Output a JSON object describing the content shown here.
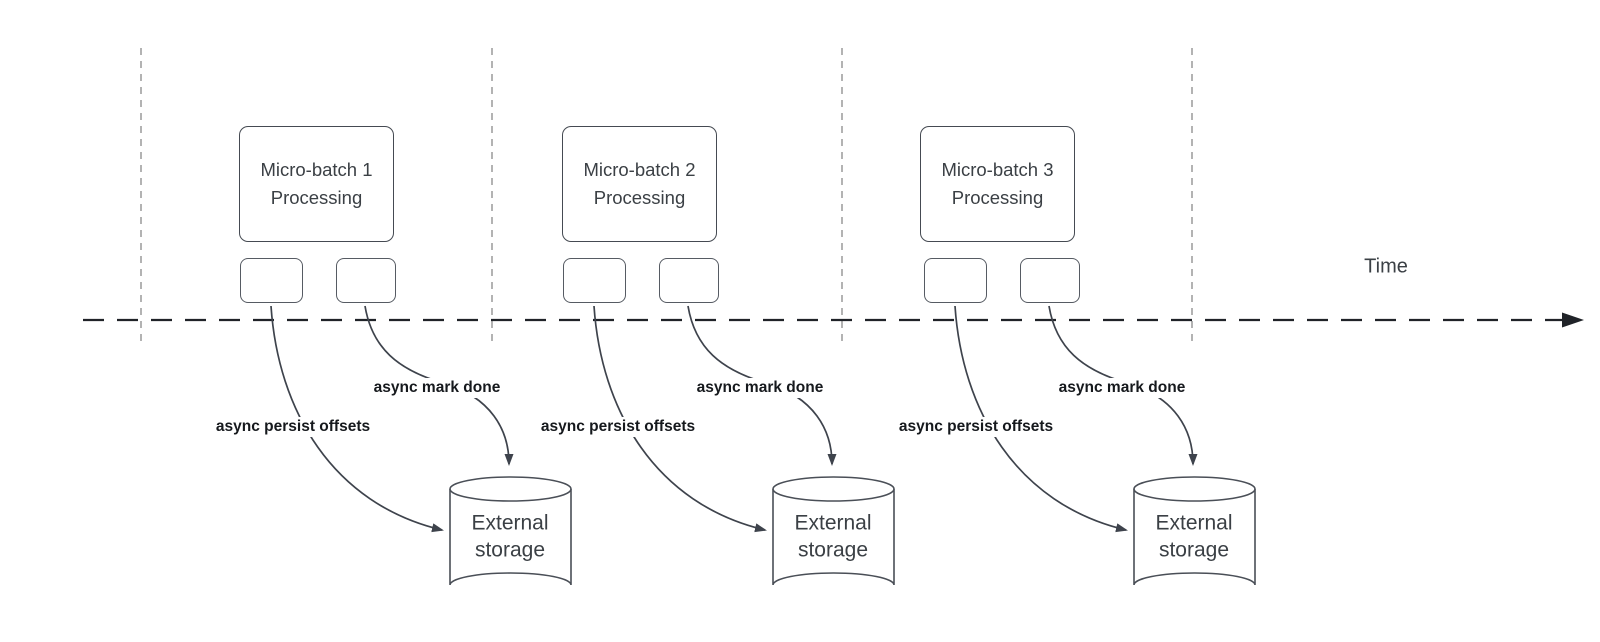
{
  "diagram": {
    "time_axis_label": "Time",
    "groups": [
      {
        "box_title": "Micro-batch 1\nProcessing",
        "persist_label": "async persist offsets",
        "done_label": "async mark done",
        "storage_label": "External\nstorage"
      },
      {
        "box_title": "Micro-batch 2\nProcessing",
        "persist_label": "async persist offsets",
        "done_label": "async mark done",
        "storage_label": "External\nstorage"
      },
      {
        "box_title": "Micro-batch 3\nProcessing",
        "persist_label": "async persist offsets",
        "done_label": "async mark done",
        "storage_label": "External\nstorage"
      }
    ],
    "colors": {
      "shape_stroke": "#454a52",
      "connector_stroke": "#3e434c",
      "timeline_stroke": "#202328",
      "guide_line": "#ababab",
      "box_text": "#3b4045",
      "label_text": "#16191d"
    }
  }
}
